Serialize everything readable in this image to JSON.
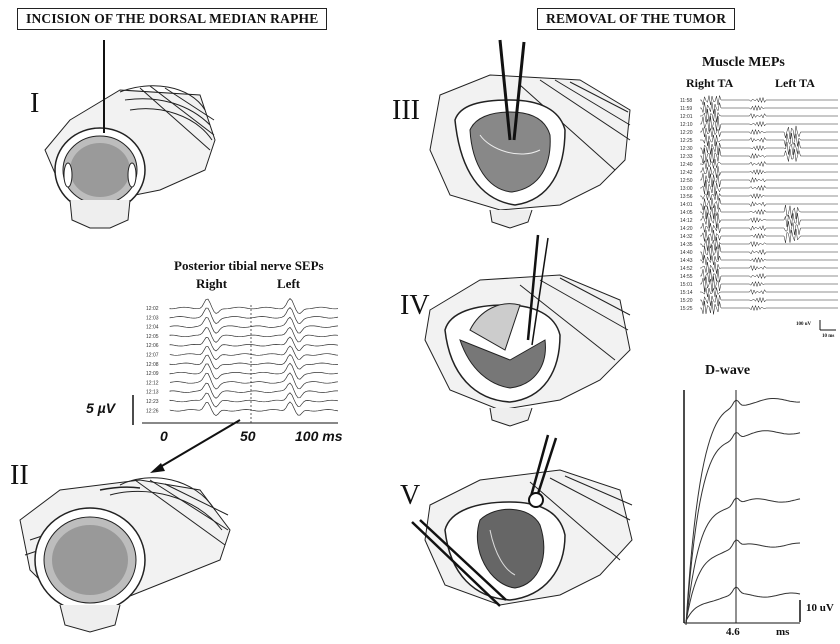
{
  "panels": {
    "left_title": "INCISION OF THE DORSAL MEDIAN RAPHE",
    "right_title": "REMOVAL OF THE TUMOR"
  },
  "stages": {
    "i": "I",
    "ii": "II",
    "iii": "III",
    "iv": "IV",
    "v": "V"
  },
  "sep": {
    "title": "Posterior tibial nerve SEPs",
    "col_left": "Right",
    "col_right": "Left",
    "scale": "5 µV",
    "axis": [
      "0",
      "50",
      "100 ms"
    ],
    "times": [
      "12:02",
      "12:03",
      "12:04",
      "12:05",
      "12:06",
      "12:07",
      "12:08",
      "12:09",
      "12:12",
      "12:13",
      "12:23",
      "12:26"
    ]
  },
  "mep": {
    "title": "Muscle MEPs",
    "col_left": "Right TA",
    "col_right": "Left TA",
    "scale_v": "100 uV",
    "scale_t": "10 ms",
    "times": [
      "11:58",
      "11:59",
      "12:01",
      "12:10",
      "12:20",
      "12:25",
      "12:30",
      "12:33",
      "12:40",
      "12:42",
      "12:50",
      "13:00",
      "13:56",
      "14:01",
      "14:05",
      "14:12",
      "14:20",
      "14:32",
      "14:35",
      "14:40",
      "14:43",
      "14:52",
      "14:55",
      "15:01",
      "15:14",
      "15:20",
      "15:25"
    ]
  },
  "dwave": {
    "title": "D-wave",
    "latency": "4.6",
    "unit": "ms",
    "scale": "10 uV"
  }
}
